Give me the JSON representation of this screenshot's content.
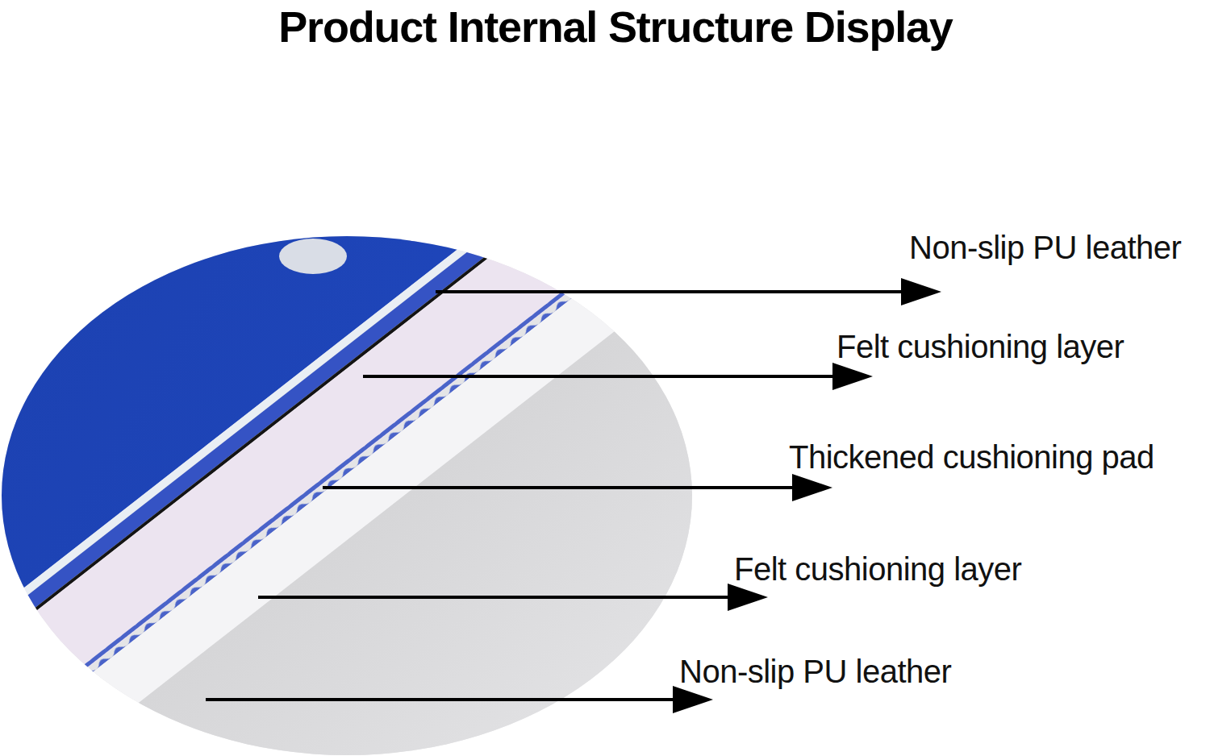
{
  "diagram": {
    "title": "Product Internal Structure Display",
    "labels": [
      "Non-slip PU leather",
      "Felt cushioning layer",
      "Thickened cushioning pad",
      "Felt cushioning layer",
      "Non-slip PU leather"
    ]
  }
}
